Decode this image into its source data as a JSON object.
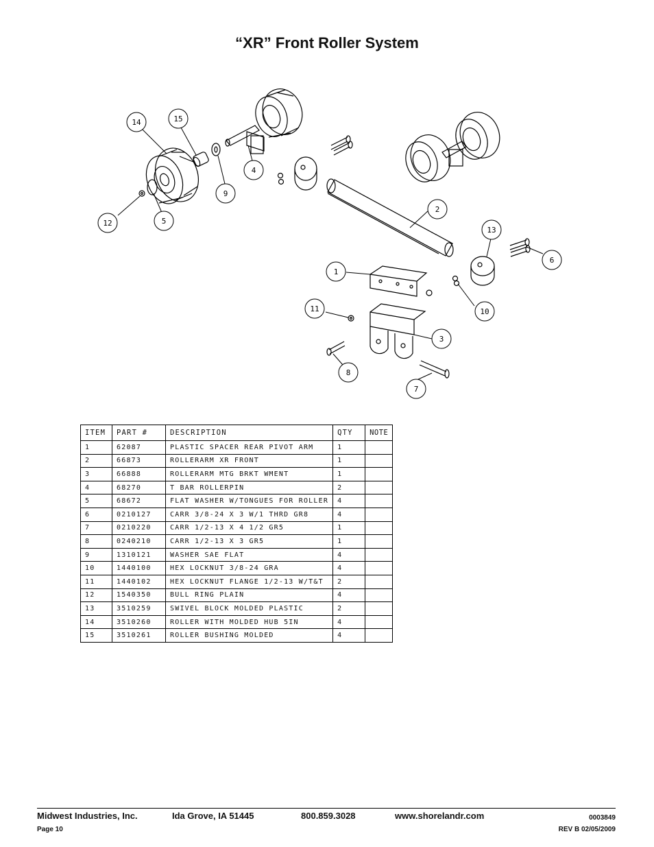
{
  "title": "“XR” Front Roller  System",
  "diagram": {
    "callouts": [
      "14",
      "15",
      "4",
      "9",
      "12",
      "5",
      "2",
      "13",
      "6",
      "1",
      "10",
      "11",
      "3",
      "8",
      "7"
    ]
  },
  "table": {
    "headers": [
      "ITEM",
      "PART #",
      "DESCRIPTION",
      "QTY",
      "NOTE"
    ],
    "rows": [
      {
        "item": "1",
        "part": "62087",
        "desc": "PLASTIC SPACER REAR PIVOT ARM",
        "qty": "1",
        "note": ""
      },
      {
        "item": "2",
        "part": "66873",
        "desc": "ROLLERARM XR FRONT",
        "qty": "1",
        "note": ""
      },
      {
        "item": "3",
        "part": "66888",
        "desc": "ROLLERARM MTG BRKT WMENT",
        "qty": "1",
        "note": ""
      },
      {
        "item": "4",
        "part": "68270",
        "desc": "T BAR ROLLERPIN",
        "qty": "2",
        "note": ""
      },
      {
        "item": "5",
        "part": "68672",
        "desc": "FLAT WASHER W/TONGUES FOR ROLLER",
        "qty": "4",
        "note": ""
      },
      {
        "item": "6",
        "part": "0210127",
        "desc": "CARR 3/8-24 X 3 W/1 THRD GR8",
        "qty": "4",
        "note": ""
      },
      {
        "item": "7",
        "part": "0210220",
        "desc": "CARR 1/2-13 X 4 1/2 GR5",
        "qty": "1",
        "note": ""
      },
      {
        "item": "8",
        "part": "0240210",
        "desc": "CARR 1/2-13 X 3 GR5",
        "qty": "1",
        "note": ""
      },
      {
        "item": "9",
        "part": "1310121",
        "desc": "WASHER SAE FLAT",
        "qty": "4",
        "note": ""
      },
      {
        "item": "10",
        "part": "1440100",
        "desc": "HEX LOCKNUT 3/8-24 GRA",
        "qty": "4",
        "note": ""
      },
      {
        "item": "11",
        "part": "1440102",
        "desc": "HEX LOCKNUT FLANGE 1/2-13 W/T&T",
        "qty": "2",
        "note": ""
      },
      {
        "item": "12",
        "part": "1540350",
        "desc": "BULL RING PLAIN",
        "qty": "4",
        "note": ""
      },
      {
        "item": "13",
        "part": "3510259",
        "desc": "SWIVEL BLOCK MOLDED PLASTIC",
        "qty": "2",
        "note": ""
      },
      {
        "item": "14",
        "part": "3510260",
        "desc": "ROLLER WITH MOLDED HUB  5IN",
        "qty": "4",
        "note": ""
      },
      {
        "item": "15",
        "part": "3510261",
        "desc": "ROLLER BUSHING MOLDED",
        "qty": "4",
        "note": ""
      }
    ]
  },
  "footer": {
    "company": "Midwest Industries, Inc.",
    "location": "Ida Grove, IA  51445",
    "phone": "800.859.3028",
    "website": "www.shorelandr.com",
    "doc_number": "0003849",
    "page": "Page 10",
    "revision": "REV B  02/05/2009"
  }
}
